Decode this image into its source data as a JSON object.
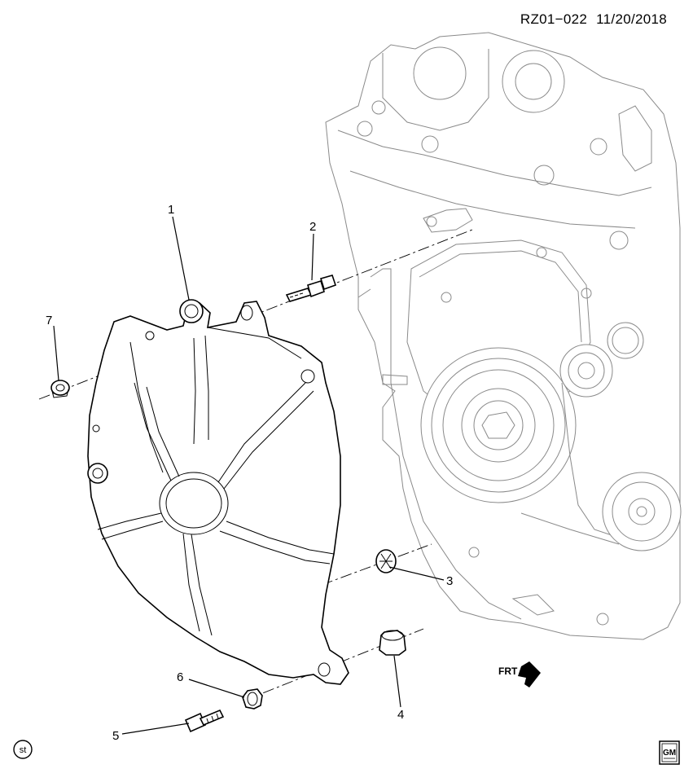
{
  "header": {
    "ref": "RZ01−022",
    "date": "11/20/2018"
  },
  "callouts": [
    {
      "id": "1",
      "label": "1"
    },
    {
      "id": "2",
      "label": "2"
    },
    {
      "id": "3",
      "label": "3"
    },
    {
      "id": "4",
      "label": "4"
    },
    {
      "id": "5",
      "label": "5"
    },
    {
      "id": "6",
      "label": "6"
    },
    {
      "id": "7",
      "label": "7"
    }
  ],
  "direction_marker": {
    "text": "FRT"
  },
  "footer": {
    "st_badge": "st",
    "logo_text": "GM"
  }
}
